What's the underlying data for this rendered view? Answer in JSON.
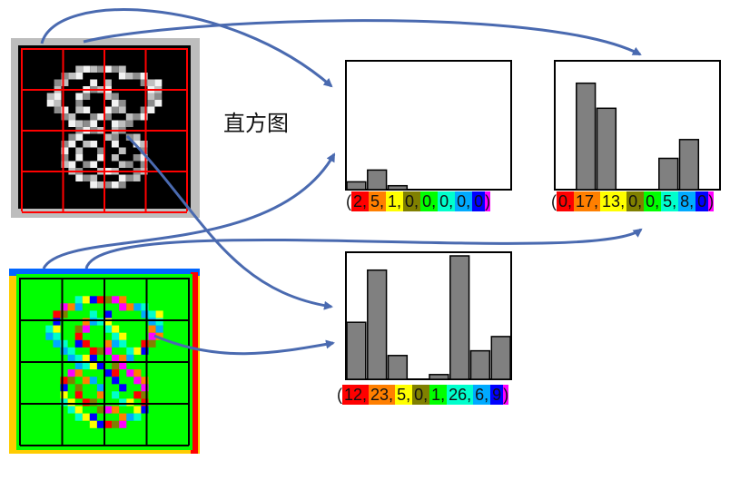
{
  "title": "直方图",
  "bin_colors": [
    "#ff0000",
    "#ff7f00",
    "#ffff00",
    "#808000",
    "#00ff00",
    "#00ffcc",
    "#00aaff",
    "#0000ff",
    "#ff00ff"
  ],
  "top_image": {
    "description_free": true,
    "grid_color": "#ff0000"
  },
  "bottom_image": {
    "grid_color": "#000000",
    "background": "#00ff00"
  },
  "chart_data": [
    {
      "type": "bar",
      "values": [
        2,
        5,
        1,
        0,
        0,
        0,
        0,
        0
      ],
      "ylim": [
        0,
        32
      ]
    },
    {
      "type": "bar",
      "values": [
        0,
        17,
        13,
        0,
        0,
        5,
        8,
        0
      ],
      "ylim": [
        0,
        20
      ]
    },
    {
      "type": "bar",
      "values": [
        12,
        23,
        5,
        0,
        1,
        26,
        6,
        9
      ],
      "ylim": [
        0,
        26
      ]
    }
  ],
  "vectors": [
    {
      "open": "(",
      "items": [
        "2,",
        "5,",
        "1,",
        "0,",
        "0,",
        "0,",
        "0,",
        "0"
      ],
      "close": ")"
    },
    {
      "open": "(",
      "items": [
        "0,",
        "17,",
        "13,",
        "0,",
        "0,",
        "5,",
        "8,",
        "0"
      ],
      "close": ")"
    },
    {
      "open": "(",
      "items": [
        "12,",
        "23,",
        "5,",
        "0,",
        "1,",
        "26,",
        "6,",
        "9"
      ],
      "close": ")"
    }
  ]
}
